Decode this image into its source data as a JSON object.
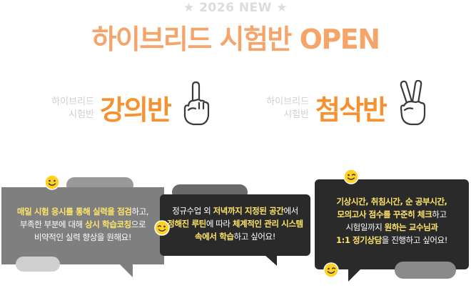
{
  "header": {
    "badge": "★ 2026 NEW ★",
    "title": "하이브리드 시험반 OPEN"
  },
  "classes": [
    {
      "sub_line1": "하이브리드",
      "sub_line2": "시험반",
      "name": "강의반",
      "icon": "hand-one-finger-icon"
    },
    {
      "sub_line1": "하이브리드",
      "sub_line2": "시험반",
      "name": "첨삭반",
      "icon": "hand-peace-sign-icon"
    }
  ],
  "bubbles": [
    {
      "line1_hl": "매일 시험 응시를 통해 실력을 점검",
      "line1_rest": "하고,",
      "line2_pre": "부족한 부분에 대해 ",
      "line2_hl": "상시 학습코칭",
      "line2_post": "으로",
      "line3": "비약적인 실력 향상을 원해요!"
    },
    {
      "line1_pre": "정규수업 외 ",
      "line1_hl": "저녁까지 지정된 공간",
      "line1_post": "에서",
      "line2_hl1": "정해진 루틴",
      "line2_mid": "에 따라 ",
      "line2_hl2": "체계적인 관리 시스템",
      "line3_hl": "속에서 학습",
      "line3_post": "하고 싶어요!"
    },
    {
      "line1_hl": "기상시간, 취침시간, 순 공부시간,",
      "line2_hl": "모의고사 점수를 꾸준히 체크",
      "line2_post": "하고",
      "line3_pre": "시험일까지 ",
      "line3_hl": "원하는 교수님과",
      "line4_hl": "1:1 정기상담",
      "line4_post": "을 진행하고 싶어요!"
    }
  ],
  "colors": {
    "title_orange": "#f6a56a",
    "name_orange": "#f5912f",
    "highlight_yellow": "#ffe46b",
    "bubble_gray": "#7f7f7f",
    "bubble_dark": "#2a2a2a",
    "smiley_yellow": "#ffd21f"
  }
}
